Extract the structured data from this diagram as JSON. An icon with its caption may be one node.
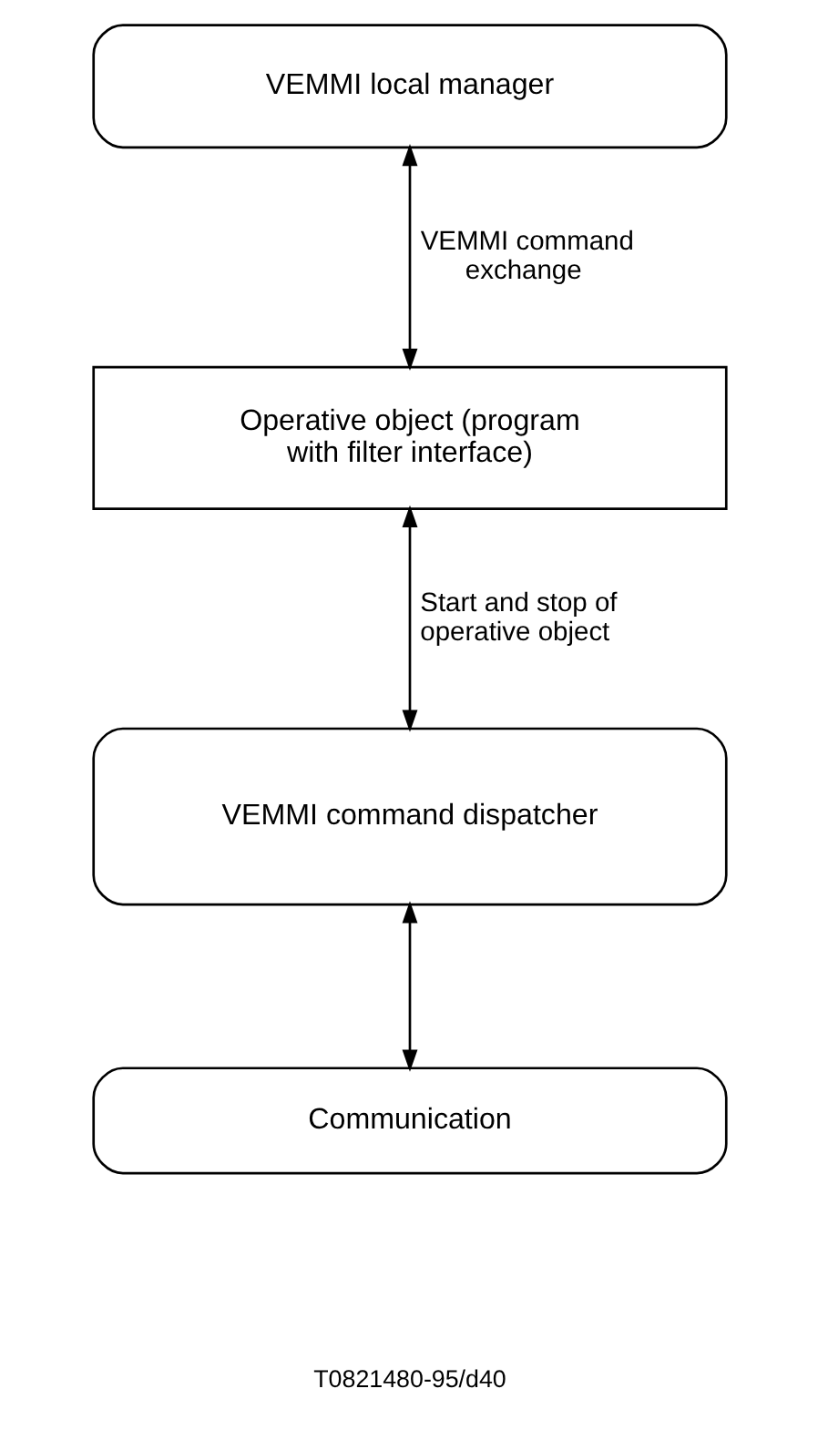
{
  "diagram": {
    "nodes": [
      {
        "text": [
          "VEMMI local manager"
        ]
      },
      {
        "text": [
          "Operative object (program with filter interface)"
        ]
      },
      {
        "text": [
          "VEMMI command dispatcher"
        ]
      },
      {
        "text": [
          "Communication"
        ]
      }
    ],
    "edges": [
      {
        "from": 0,
        "to": 1,
        "arrow": "both",
        "label": "VEMMI command exchange"
      },
      {
        "from": 1,
        "to": 2,
        "arrow": "both",
        "label": "Start and stop of operative object"
      },
      {
        "from": 2,
        "to": 3,
        "arrow": "both"
      }
    ],
    "labels": [
      "T0821480-95/d40"
    ]
  }
}
